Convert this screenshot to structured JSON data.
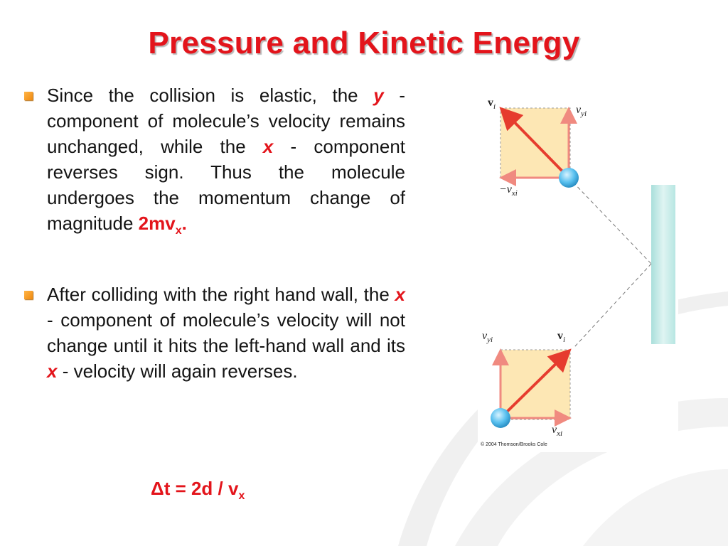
{
  "slide": {
    "title": "Pressure and Kinetic Energy",
    "bullets": [
      {
        "parts": [
          {
            "text": "Since the collision is elastic, the ",
            "style": "plain"
          },
          {
            "text": "y",
            "style": "em"
          },
          {
            "text": " - component of molecule’s velocity remains unchanged, while the ",
            "style": "plain"
          },
          {
            "text": "x",
            "style": "em"
          },
          {
            "text": " - component reverses sign. Thus the molecule undergoes the momentum change of magnitude ",
            "style": "plain"
          },
          {
            "text": "2mv",
            "style": "red"
          },
          {
            "text": "x",
            "style": "red-sub"
          },
          {
            "text": ".",
            "style": "red"
          }
        ]
      },
      {
        "parts": [
          {
            "text": "After colliding with the right hand wall, the ",
            "style": "plain"
          },
          {
            "text": "x",
            "style": "em"
          },
          {
            "text": " - component of molecule’s velocity will not change until it hits the left-hand wall and its ",
            "style": "plain"
          },
          {
            "text": "x",
            "style": "em"
          },
          {
            "text": " - velocity will again reverses.",
            "style": "plain"
          }
        ]
      }
    ],
    "formula": {
      "main": "Δt = 2d / v",
      "subscript": "x"
    }
  },
  "figure": {
    "labels": {
      "v_i_top": "v",
      "v_i_top_sub": "i",
      "v_yi_top": "v",
      "v_yi_top_sub": "yi",
      "neg_v_xi": "−v",
      "neg_v_xi_sub": "xi",
      "v_yi_bottom": "v",
      "v_yi_bottom_sub": "yi",
      "v_i_bottom": "v",
      "v_i_bottom_sub": "i",
      "v_xi_bottom": "v",
      "v_xi_bottom_sub": "xi"
    },
    "credit": "© 2004 Thomson/Brooks Cole",
    "colors": {
      "box_fill": "#fde7b4",
      "arrow": "#e63c2e",
      "component_arrow": "#f08a80",
      "molecule": "#58c0ef",
      "wall": "#c8ece9"
    }
  },
  "theme": {
    "title_color": "#e3141b",
    "bullet_color": "#f39a1e"
  }
}
